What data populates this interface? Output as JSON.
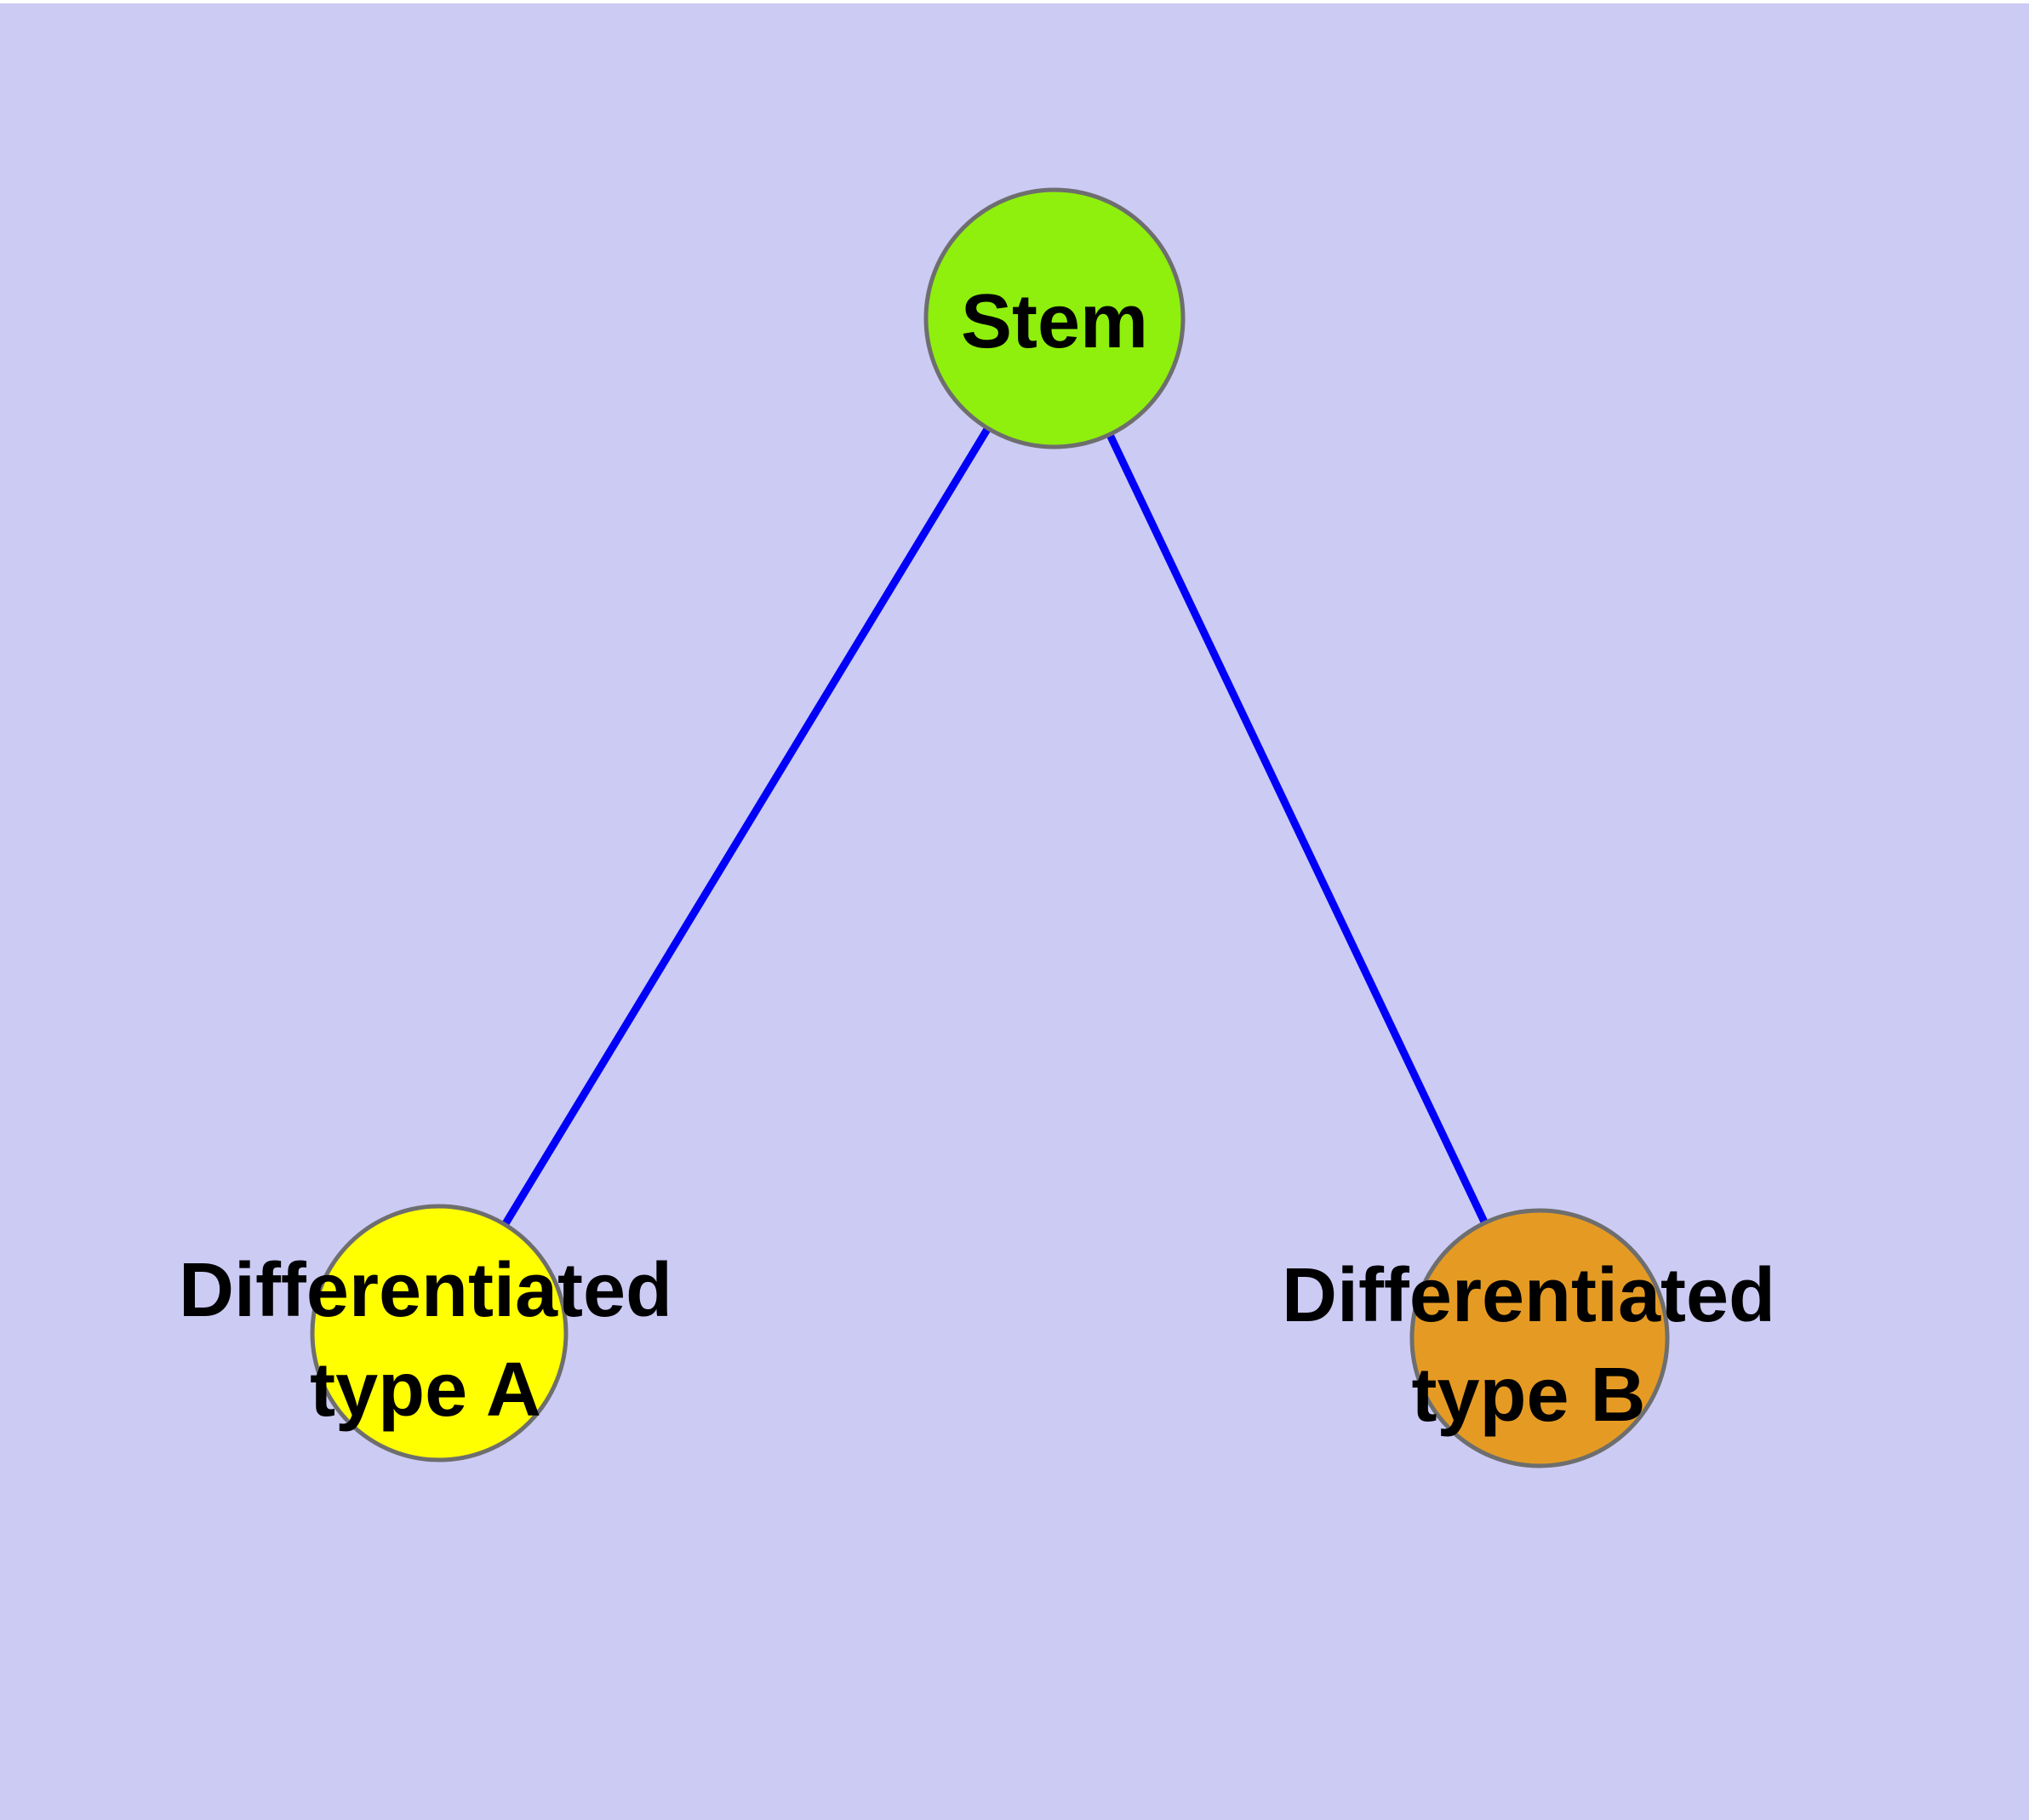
{
  "diagram": {
    "background_color": "#CBCBF4",
    "page_margin_color": "#FFFFFF",
    "edge_color": "#0000F8",
    "node_border_color": "#6E6E6E",
    "text_color": "#000000",
    "nodes": [
      {
        "id": "stem",
        "label": "Stem",
        "line1": "Stem",
        "line2": "",
        "fill": "#8EF00C"
      },
      {
        "id": "differentiated-type-a",
        "label": "Differentiated type A",
        "line1": "Differentiated",
        "line2": "type A",
        "fill": "#FFFF00"
      },
      {
        "id": "differentiated-type-b",
        "label": "Differentiated type B",
        "line1": "Differentiated",
        "line2": "type B",
        "fill": "#E59B23"
      }
    ],
    "edges": [
      {
        "from": "Stem",
        "to": "Differentiated type A"
      },
      {
        "from": "Stem",
        "to": "Differentiated type B"
      }
    ]
  }
}
